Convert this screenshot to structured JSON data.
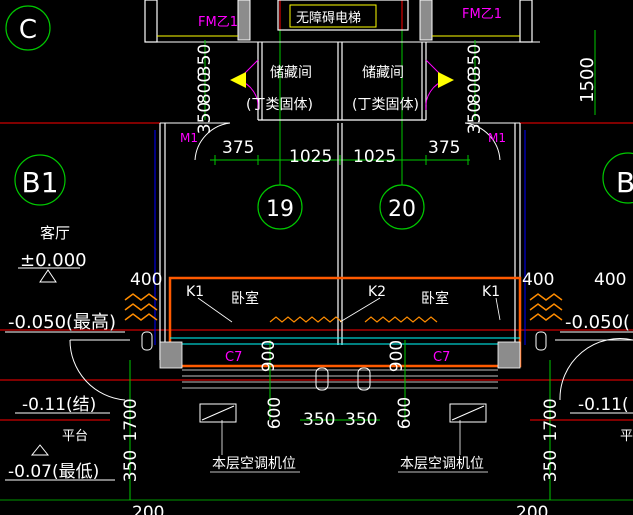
{
  "colors": {
    "background": "#000000",
    "wall": "#ffffff",
    "dimension": "#00c800",
    "text_white": "#ffffff",
    "text_magenta": "#ff00ff",
    "axis_red": "#ff0000",
    "column_yellow": "#ffff00",
    "window_cyan": "#00ffff",
    "highlight_orange": "#ff5a00",
    "blue": "#0000ff",
    "fill_gray": "#8c8c8c"
  },
  "grid_labels": {
    "c": "C",
    "b1_left": "B1",
    "b1_right": "B",
    "g19": "19",
    "g20": "20"
  },
  "labels": {
    "top_room": "无障碍电梯",
    "fm_left": "FM乙1",
    "fm_right": "FM乙1",
    "storage_left": "储藏间",
    "storage_left_sub": "(丁类固体)",
    "storage_right": "储藏间",
    "storage_right_sub": "(丁类固体)",
    "m1_left": "M1",
    "m1_right": "M1",
    "living_room": "客厅",
    "level_pm0": "±0.000",
    "level_left_high": "-0.050(最高)",
    "level_right_high": "-0.050(",
    "level_left_011": "-0.11(结)",
    "level_right_011": "-0.11(",
    "platform_left": "平台",
    "platform_right": "平",
    "level_left_low": "-0.07(最低)",
    "k1_left": "K1",
    "k2": "K2",
    "k1_right": "K1",
    "bedroom_left": "卧室",
    "bedroom_right": "卧室",
    "c7_left": "C7",
    "c7_right": "C7",
    "ac_left": "本层空调机位",
    "ac_right": "本层空调机位"
  },
  "dimensions": {
    "d375_left": "375",
    "d1025_left": "1025",
    "d1025_right": "1025",
    "d375_right": "375",
    "d350_top_left": "350",
    "d800_left": "800",
    "d350_low_left": "350",
    "d350_top_right": "350",
    "d800_right": "800",
    "d350_low_right": "350",
    "d1500": "1500",
    "d400_left": "400",
    "d400_right": "400",
    "d900_left": "900",
    "d900_right": "900",
    "d600_left": "600",
    "d600_right": "600",
    "d350_bottom_left": "350",
    "d350_bottom_right": "350",
    "d1700_left": "1700",
    "d1700_right": "1700",
    "d350_bl": "350",
    "d350_br": "350",
    "d200_left": "200",
    "d200_right": "200"
  }
}
